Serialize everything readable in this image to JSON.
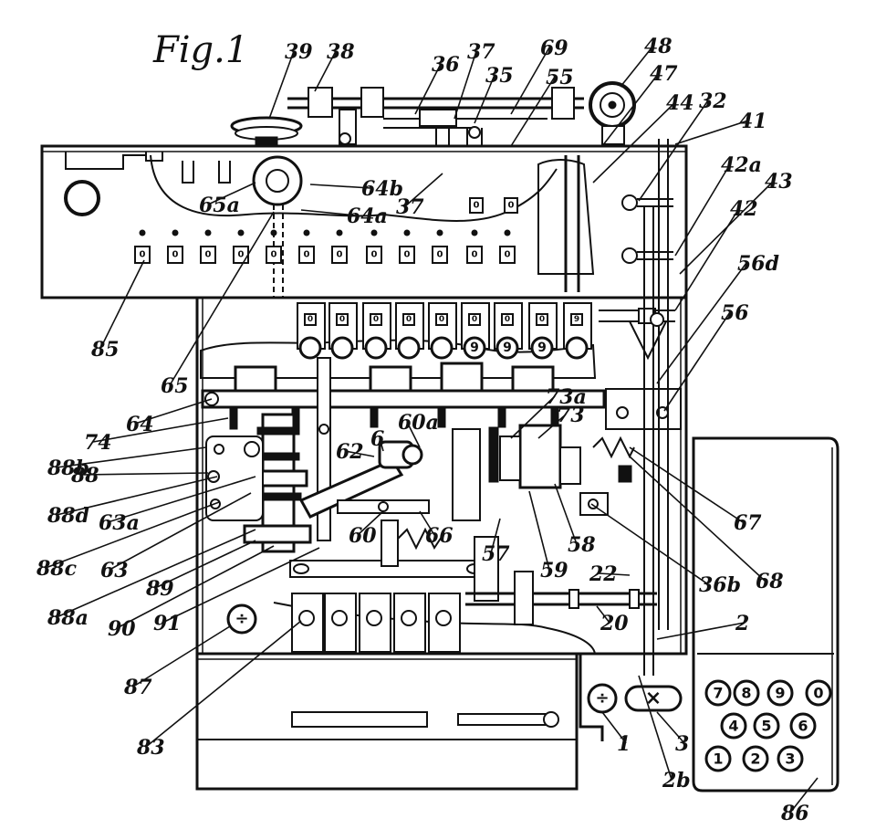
{
  "figure": {
    "title": "Fig.1"
  },
  "accumulator_digits": [
    "0",
    "0",
    "0",
    "0",
    "0",
    "0",
    "0",
    "0",
    "0",
    "0",
    "0",
    "0",
    "0",
    "0"
  ],
  "upper_window_digits": [
    "0",
    "0"
  ],
  "counter_digits": [
    "0",
    "0",
    "0",
    "0",
    "0",
    "0",
    "0",
    "0",
    "9",
    "9",
    "9"
  ],
  "left_keys": {
    "divide": "÷"
  },
  "operation_keys": {
    "divide": "÷",
    "multiply": "×"
  },
  "keypad": {
    "keys": [
      "7",
      "8",
      "9",
      "0",
      "4",
      "5",
      "6",
      "1",
      "2",
      "3"
    ]
  },
  "reference_labels": {
    "l39": "39",
    "l38": "38",
    "l36": "36",
    "l37top": "37",
    "l35": "35",
    "l69": "69",
    "l55": "55",
    "l48": "48",
    "l47": "47",
    "l44": "44",
    "l32": "32",
    "l41": "41",
    "l42a": "42a",
    "l43": "43",
    "l42": "42",
    "l56d": "56d",
    "l56": "56",
    "l65a": "65a",
    "l64b": "64b",
    "l64a": "64a",
    "l37mid": "37",
    "l85": "85",
    "l65": "65",
    "l64": "64",
    "l74": "74",
    "l88b": "88b",
    "l88": "88",
    "l88d": "88d",
    "l63a": "63a",
    "l88c": "88c",
    "l63": "63",
    "l88a": "88a",
    "l89": "89",
    "l90": "90",
    "l91": "91",
    "l87": "87",
    "l83": "83",
    "l6": "6",
    "l60a": "60a",
    "l62": "62",
    "l73a": "73a",
    "l73": "73",
    "l60": "60",
    "l66": "66",
    "l57": "57",
    "l59": "59",
    "l58": "58",
    "l22": "22",
    "l20": "20",
    "l2": "2",
    "l36b": "36b",
    "l68": "68",
    "l67": "67",
    "l1": "1",
    "l2b": "2b",
    "l3": "3",
    "l86": "86"
  }
}
